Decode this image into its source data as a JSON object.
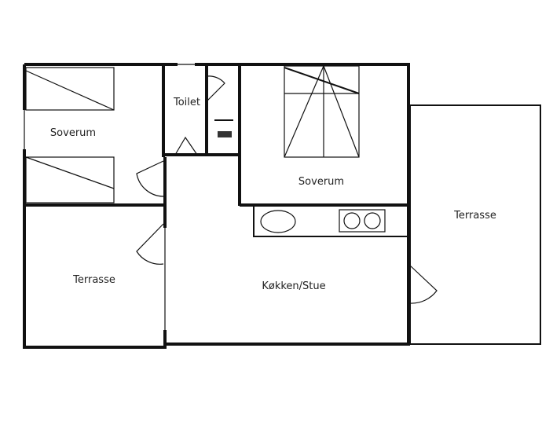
{
  "plan": {
    "rooms": {
      "bedroom_left": "Soverum",
      "toilet": "Toilet",
      "bedroom_right": "Soverum",
      "terrace_right": "Terrasse",
      "terrace_left": "Terrasse",
      "kitchen_living": "Køkken/Stue"
    }
  }
}
